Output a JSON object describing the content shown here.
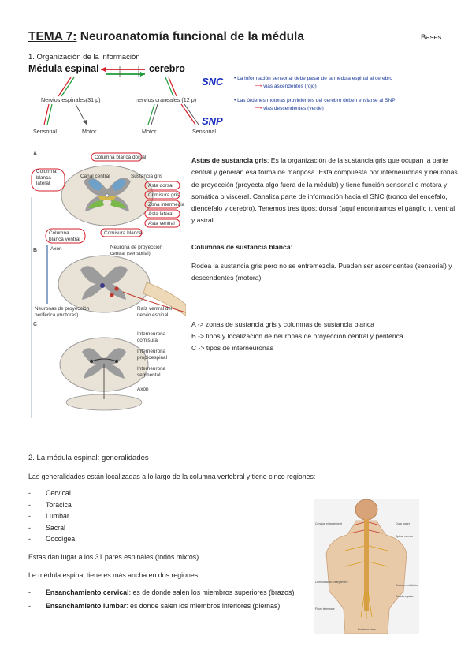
{
  "header": {
    "title_prefix": "TEMA 7:",
    "title_rest": " Neuroanatomía funcional de la médula",
    "tag": "Bases"
  },
  "section1": {
    "heading": "1.    Organización de la información",
    "diagram": {
      "left_title": "Médula espinal",
      "right_title": "cerebro",
      "left_branch": "Nervios espinales(31 p)",
      "right_branch": "nervios craneales (12 p)",
      "leaf_1": "Sensorial",
      "leaf_2": "Motor",
      "leaf_3": "Motor",
      "leaf_4": "Sensorial",
      "snc": "SNC",
      "snp": "SNP",
      "bullet1": "• La información sensorial debe pasar de la médula espinal al cerebro",
      "bullet1_sub": "vías ascendentes (rojo)",
      "bullet2": "• Las órdenes motoras provinientes del cerebro deben enviarse al SNP",
      "bullet2_sub": "vías descendentes (verde)",
      "colors": {
        "red": "#d6202a",
        "green": "#1e9c3a",
        "blue": "#1a2fbf"
      }
    },
    "figure": {
      "labels": {
        "a": "A",
        "b": "B",
        "c": "C",
        "col_dorsal": "Columna blanca dorsal",
        "col_lateral_1": "Columna",
        "col_lateral_2": "blanca",
        "col_lateral_3": "lateral",
        "canal": "Canal central",
        "sust_gris": "Sustancia gris",
        "asta_dorsal": "Asta dorsal",
        "comisura_gris": "Comisura gris",
        "zona_intermedia": "Zona intermedia",
        "asta_lateral": "Asta lateral",
        "asta_ventral": "Asta ventral",
        "col_ventral_1": "Columna",
        "col_ventral_2": "blanca ventral",
        "comisura_blanca": "Comisura blanca",
        "axon1": "Axón",
        "neurona_central_1": "Neurona de proyección",
        "neurona_central_2": "central (sensorial)",
        "neuronas_perif_1": "Neuronas de proyección",
        "neuronas_perif_2": "periférica (motoras)",
        "raiz_1": "Raíz ventral del",
        "raiz_2": "nervio espinal",
        "inter_com_1": "Interneurona",
        "inter_com_2": "comisural",
        "inter_prop_1": "Interneurona",
        "inter_prop_2": "propioespinal",
        "inter_seg_1": "Interneurona",
        "inter_seg_2": "segmental",
        "axon2": "Axón"
      }
    },
    "astas_title": "Astas de sustancia gris",
    "astas_body": ": Es la organización de la sustancia gris que ocupan la parte central y generan esa forma de mariposa. Está compuesta por interneuronas y neuronas de proyección (proyecta algo fuera de la médula) y tiene función sensorial o motora y somática o visceral. Canaliza parte de información hacia el SNC (tronco del encéfalo, diencéfalo y cerebro). Tenemos tres tipos: dorsal (aquí encontramos el gánglio     ), ventral y astral.",
    "columnas_title": "Columnas de sustancia blanca:",
    "columnas_body": "Rodea la sustancia gris pero no se entremezcla. Pueden ser ascendentes (sensorial) y descendentes (motora).",
    "legend_a": "A -> zonas de sustancia gris y columnas de sustancia blanca",
    "legend_b": "B -> tipos y localización de neuronas de proyección central y periférica",
    "legend_c": "C -> tipos de interneuronas"
  },
  "section2": {
    "heading": "2.    La médula espinal: generalidades",
    "intro": "Las generalidades están localizadas a lo largo de la columna vertebral y tiene cinco regiones:",
    "regions": [
      "Cervical",
      "Torácica",
      "Lumbar",
      "Sacral",
      "Coccígea"
    ],
    "pairs": "Estas dan lugar a los 31 pares espinales (todos mixtos).",
    "wider": "Le médula espinal tiene es más ancha en dos regiones:",
    "cervical_term": "Ensanchamiento cervical",
    "cervical_rest": ": es de donde salen los miembros superiores (brazos).",
    "lumbar_term": "Ensanchamiento lumbar",
    "lumbar_rest": ": es donde salen los miembros inferiores (piernas).",
    "body_figure": {
      "label_1": "Cervical enlargement",
      "label_2": "Dura mater",
      "label_3": "Spinal nerves",
      "label_4": "Lumbosacral enlargement",
      "label_5": "Conus medullaris",
      "label_6": "Cauda equina",
      "label_7": "Filum terminale",
      "caption": "Posterior view"
    }
  }
}
